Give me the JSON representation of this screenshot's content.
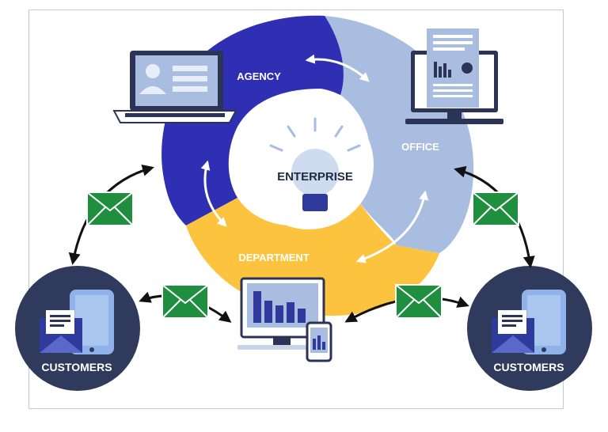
{
  "diagram": {
    "center": {
      "label": "ENTERPRISE",
      "icon": "lightbulb-icon"
    },
    "segments": [
      {
        "id": "agency",
        "label": "AGENCY",
        "color": "#2e2fb3",
        "icon": "laptop-profile-icon"
      },
      {
        "id": "office",
        "label": "OFFICE",
        "color": "#a8bde0",
        "icon": "monitor-report-icon"
      },
      {
        "id": "department",
        "label": "DEPARTMENT",
        "color": "#fcc33f",
        "icon": "desktop-chart-icon"
      }
    ],
    "customers": [
      {
        "id": "left",
        "label": "CUSTOMERS",
        "icon": "phone-mail-icon"
      },
      {
        "id": "right",
        "label": "CUSTOMERS",
        "icon": "phone-mail-icon"
      }
    ],
    "message_icon": "envelope-icon",
    "colors": {
      "envelope": "#1f8f3f",
      "customer_circle": "#2f3a5c",
      "arrow": "#111111",
      "frame_border": "#b7cde6"
    }
  }
}
